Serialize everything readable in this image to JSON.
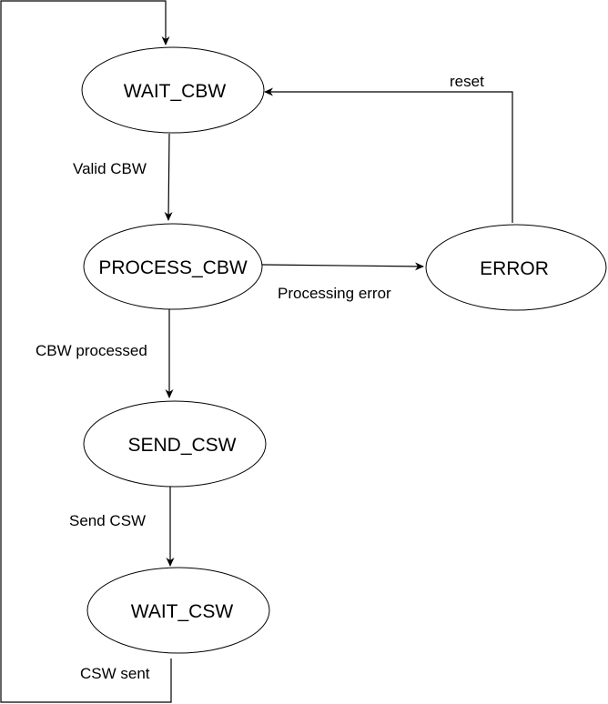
{
  "diagram": {
    "states": {
      "wait_cbw": "WAIT_CBW",
      "process_cbw": "PROCESS_CBW",
      "send_csw": "SEND_CSW",
      "wait_csw": "WAIT_CSW",
      "error": "ERROR"
    },
    "transitions": {
      "valid_cbw": "Valid CBW",
      "cbw_processed": "CBW processed",
      "send_csw": "Send CSW",
      "csw_sent": "CSW sent",
      "processing_error": "Processing error",
      "reset": "reset"
    },
    "colors": {
      "stroke": "#000000",
      "fill": "#ffffff",
      "text": "#000000"
    }
  }
}
